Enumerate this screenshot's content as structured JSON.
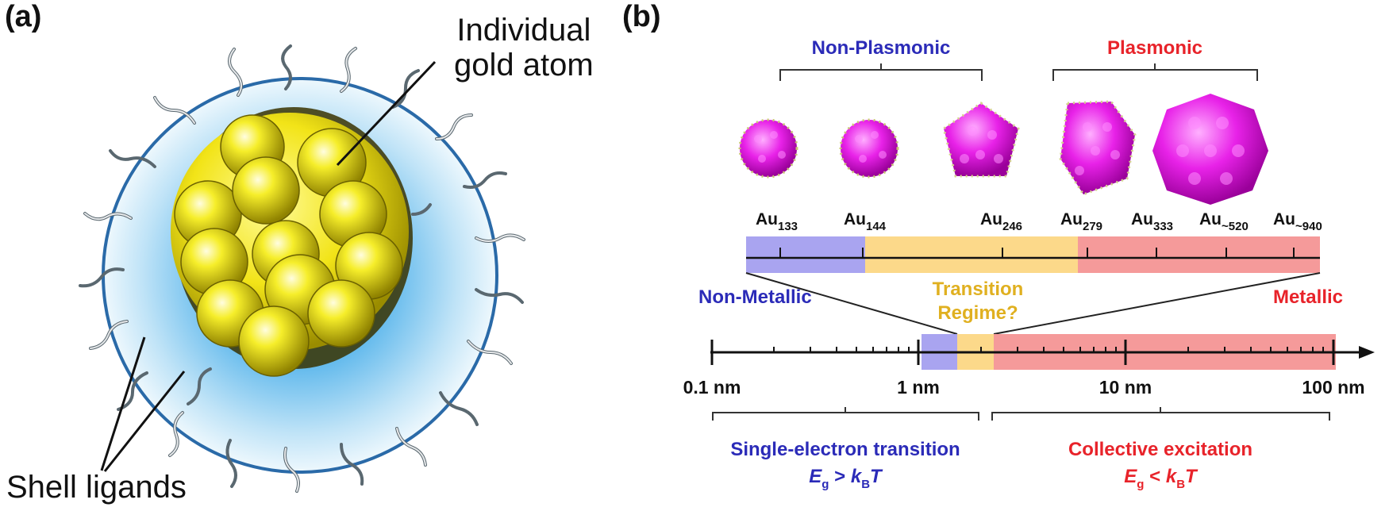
{
  "panel_a": {
    "label": "(a)",
    "callout_atom": [
      "Individual",
      "gold atom"
    ],
    "callout_ligands": "Shell ligands"
  },
  "panel_b": {
    "label": "(b)",
    "group_non_plasmonic": "Non-Plasmonic",
    "group_plasmonic": "Plasmonic",
    "clusters": [
      {
        "base": "Au",
        "sub": "133"
      },
      {
        "base": "Au",
        "sub": "144"
      },
      {
        "base": "Au",
        "sub": "246"
      },
      {
        "base": "Au",
        "sub": "279"
      },
      {
        "base": "Au",
        "sub": "333"
      },
      {
        "base": "Au",
        "sub": "~520"
      },
      {
        "base": "Au",
        "sub": "~940"
      }
    ],
    "regime_non_metallic": "Non-Metallic",
    "regime_transition": [
      "Transition",
      "Regime?"
    ],
    "regime_metallic": "Metallic",
    "axis_ticks": [
      "0.1 nm",
      "1 nm",
      "10 nm",
      "100 nm"
    ],
    "bottom_left": {
      "title": "Single-electron transition",
      "formula": {
        "E": "E",
        "Esub": "g",
        "op": " > ",
        "k": "k",
        "ksub": "B",
        "T": "T"
      }
    },
    "bottom_right": {
      "title": "Collective excitation",
      "formula": {
        "E": "E",
        "Esub": "g",
        "op": " < ",
        "k": "k",
        "ksub": "B",
        "T": "T"
      }
    }
  },
  "colors": {
    "blue": "#2b2bb8",
    "red": "#e8232a",
    "gold": "#e0b020",
    "band_blue": "#a9a4f0",
    "band_gold": "#fcd98a",
    "band_red": "#f59a9a",
    "magenta": "#e020e0",
    "gold_sphere": "#f2ea1a"
  }
}
